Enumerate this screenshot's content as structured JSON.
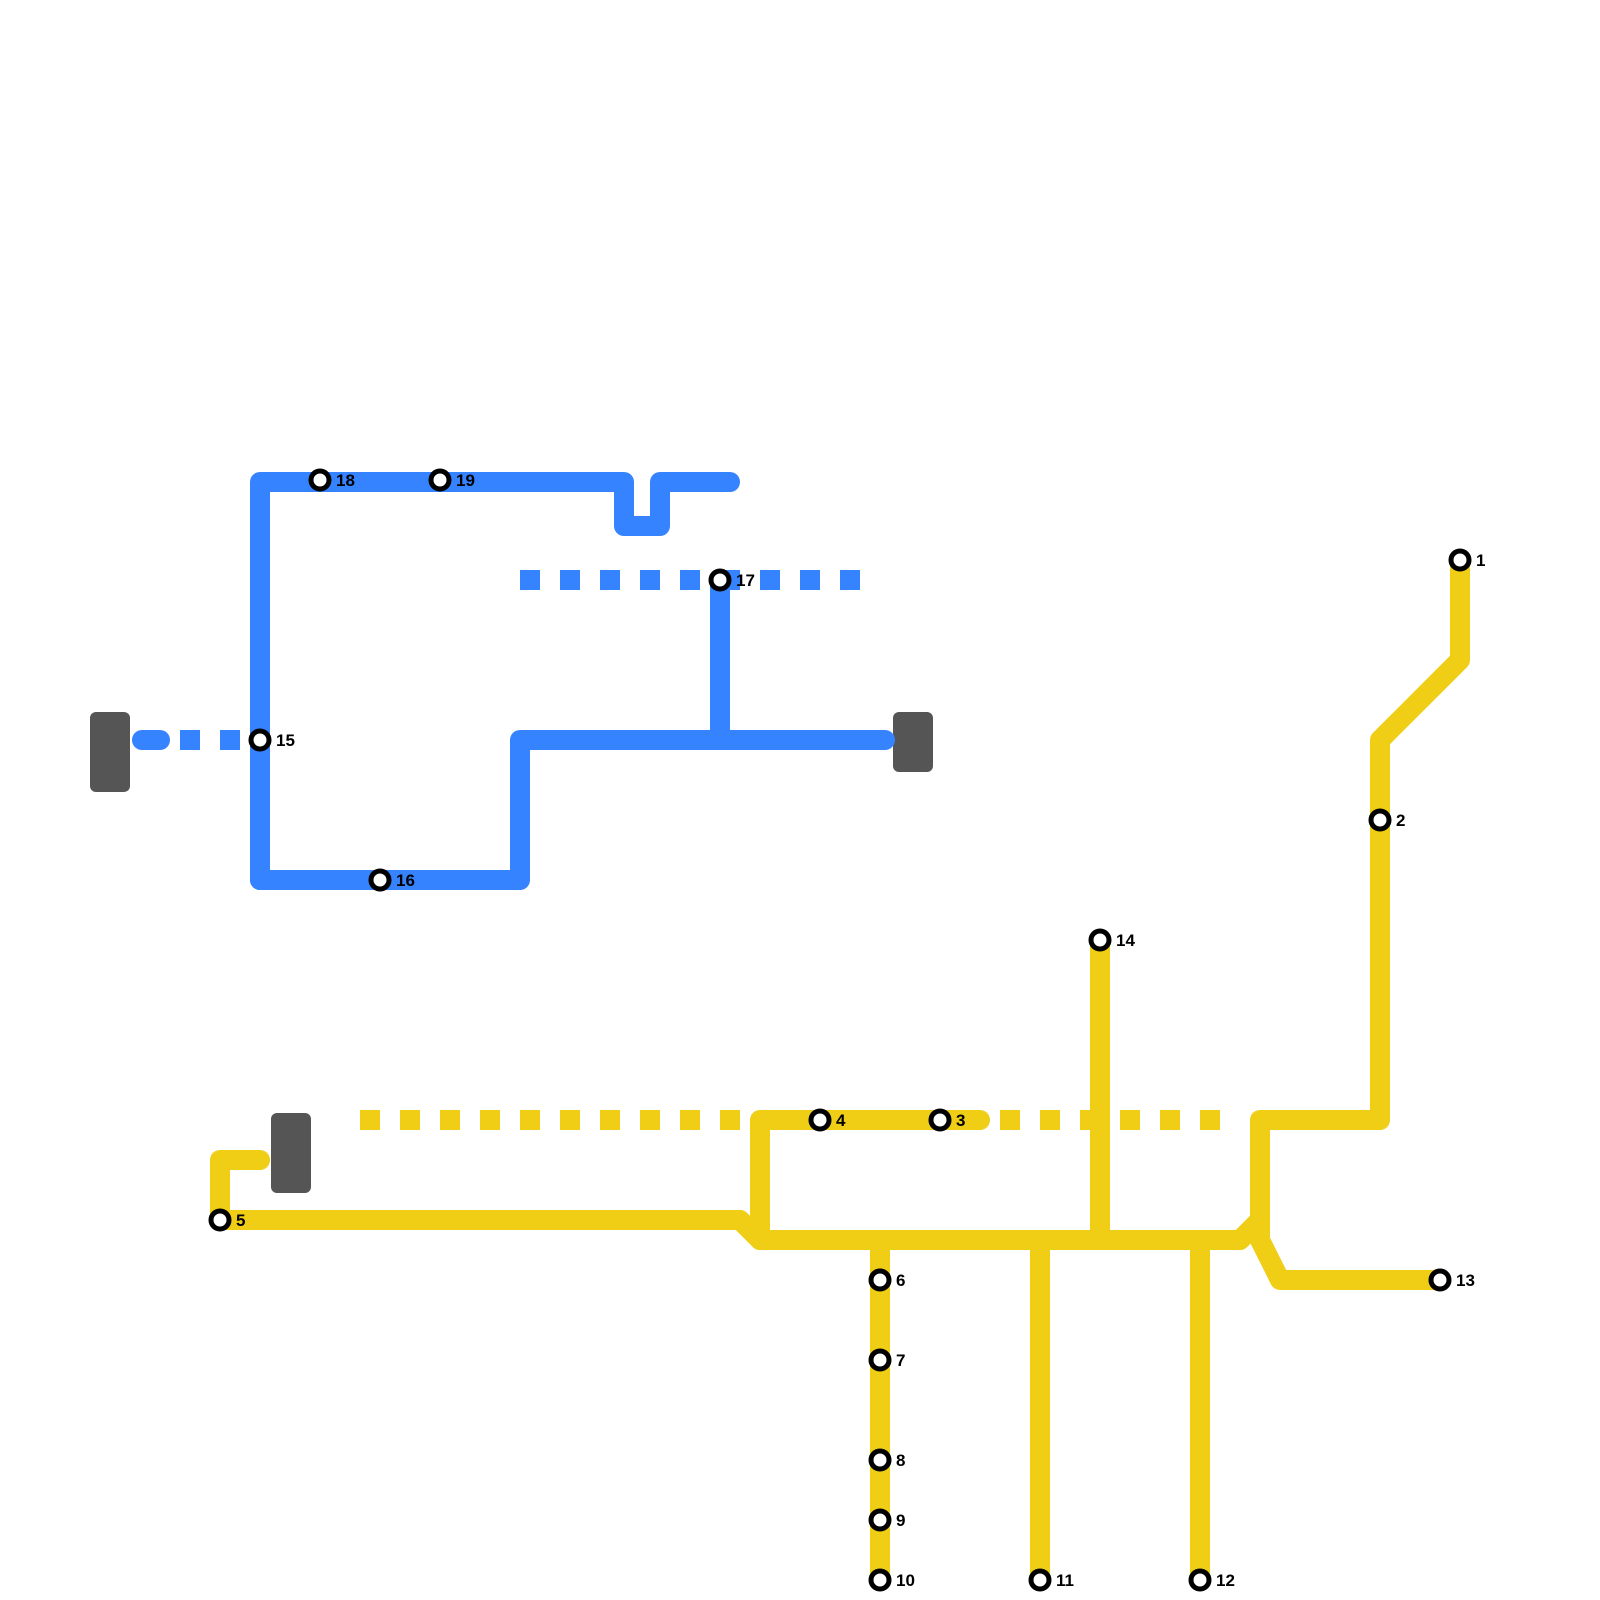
{
  "colors": {
    "background": "#ffffff",
    "blue_line": "#3583FF",
    "yellow_line": "#EFCE15",
    "terminal_block": "#555555",
    "station_ring": "#000000"
  },
  "lines": [
    {
      "id": "blue",
      "color": "#3583FF"
    },
    {
      "id": "yellow",
      "color": "#EFCE15"
    }
  ],
  "stations": [
    {
      "id": "s1",
      "label": "1",
      "line": "yellow"
    },
    {
      "id": "s2",
      "label": "2",
      "line": "yellow"
    },
    {
      "id": "s3",
      "label": "3",
      "line": "yellow"
    },
    {
      "id": "s4",
      "label": "4",
      "line": "yellow"
    },
    {
      "id": "s5",
      "label": "5",
      "line": "yellow"
    },
    {
      "id": "s6",
      "label": "6",
      "line": "yellow"
    },
    {
      "id": "s7",
      "label": "7",
      "line": "yellow"
    },
    {
      "id": "s8",
      "label": "8",
      "line": "yellow"
    },
    {
      "id": "s9",
      "label": "9",
      "line": "yellow"
    },
    {
      "id": "s10",
      "label": "10",
      "line": "yellow"
    },
    {
      "id": "s11",
      "label": "11",
      "line": "yellow"
    },
    {
      "id": "s12",
      "label": "12",
      "line": "yellow"
    },
    {
      "id": "s13",
      "label": "13",
      "line": "yellow"
    },
    {
      "id": "s14",
      "label": "14",
      "line": "yellow"
    },
    {
      "id": "s15",
      "label": "15",
      "line": "blue"
    },
    {
      "id": "s16",
      "label": "16",
      "line": "blue"
    },
    {
      "id": "s17",
      "label": "17",
      "line": "blue"
    },
    {
      "id": "s18",
      "label": "18",
      "line": "blue"
    },
    {
      "id": "s19",
      "label": "19",
      "line": "blue"
    }
  ]
}
